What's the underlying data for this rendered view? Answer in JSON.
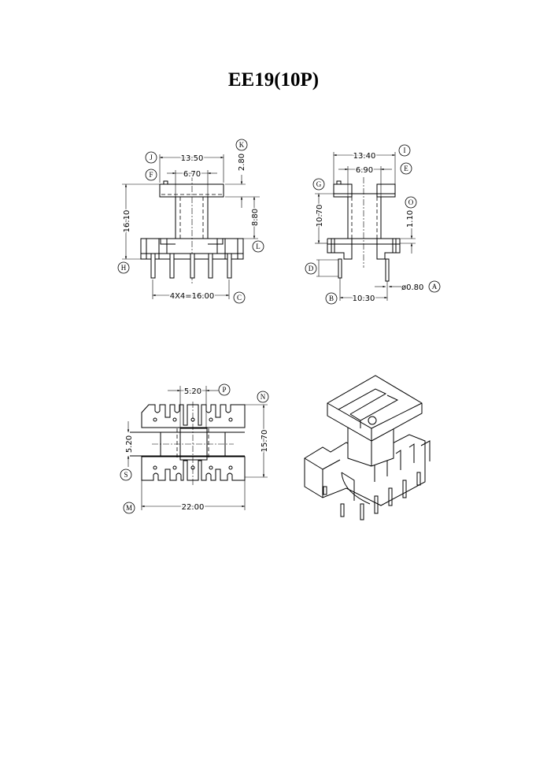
{
  "title": "EE19(10P)",
  "views": {
    "front": {
      "dims": {
        "width_total": "13.50",
        "core_width": "6.70",
        "flange_thk": "2.80",
        "height_total": "16.10",
        "winding_height": "8.80",
        "pin_pitch": "4X4=16.00"
      },
      "callouts": [
        "J",
        "F",
        "K",
        "H",
        "L",
        "C"
      ]
    },
    "side": {
      "dims": {
        "width_total": "13.40",
        "core_width": "6.90",
        "height": "10.70",
        "base_step": "1.10",
        "row_spacing": "10.30",
        "pin_dia": "ø0.80"
      },
      "callouts": [
        "I",
        "E",
        "G",
        "O",
        "D",
        "B",
        "A"
      ]
    },
    "bottom": {
      "dims": {
        "slot_width": "5.20",
        "depth": "15.70",
        "core_depth": "5.20",
        "length": "22.00"
      },
      "callouts": [
        "P",
        "N",
        "S",
        "M"
      ]
    }
  }
}
